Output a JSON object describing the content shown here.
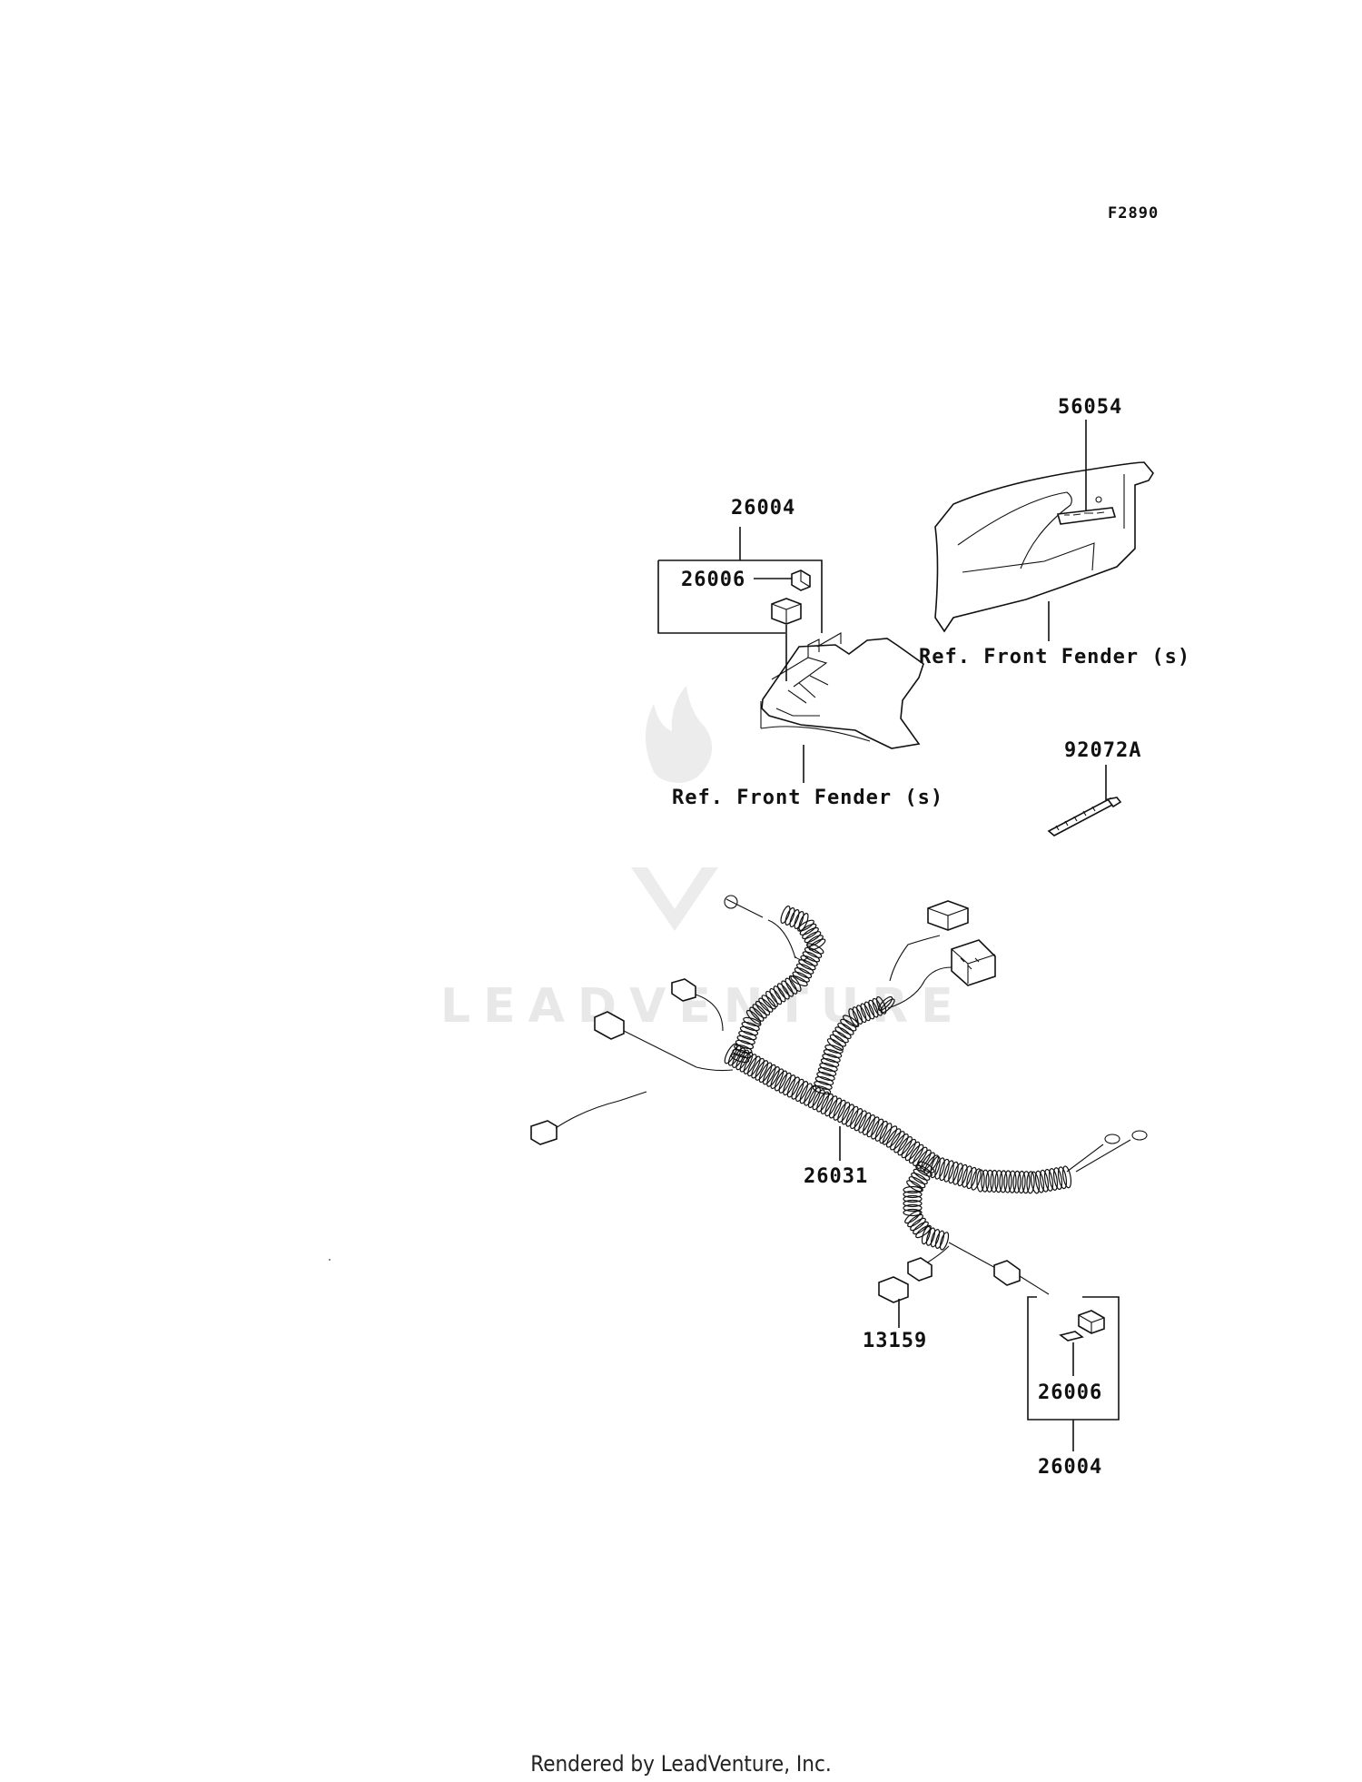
{
  "diagram_code": "F2890",
  "watermark": "LEADVENTURE",
  "footer": "Rendered by LeadVenture, Inc.",
  "callouts": {
    "p26004_top": "26004",
    "p26006_top": "26006",
    "ref_left": "Ref. Front Fender (s)",
    "p56054": "56054",
    "ref_right": "Ref. Front Fender (s)",
    "p92072A": "92072A",
    "p26031": "26031",
    "p13159": "13159",
    "p26006_bottom": "26006",
    "p26004_bottom": "26004"
  }
}
